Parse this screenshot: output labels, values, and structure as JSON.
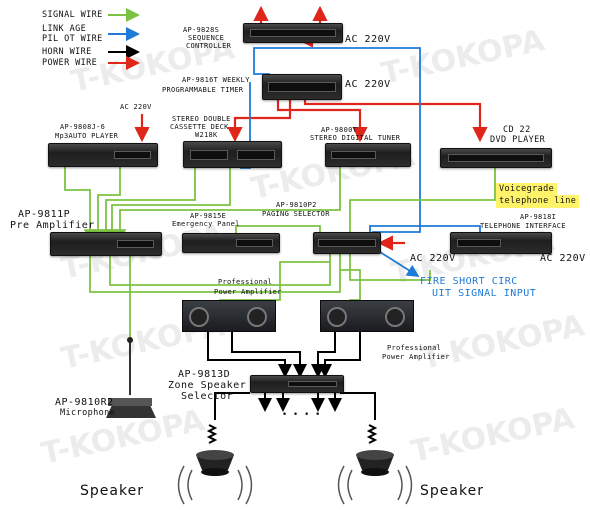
{
  "legend": {
    "signal": "SIGNAL WIRE",
    "linkage_1": "LINK AGE",
    "linkage_2": "PIL OT WIRE",
    "horn": "HORN WIRE",
    "power": "POWER WIRE"
  },
  "colors": {
    "signal": "#7cc242",
    "linkage": "#1e7bd6",
    "horn": "#000000",
    "power": "#e0251b",
    "highlight": "#fff36a"
  },
  "devices": {
    "seq_1": "AP-9828S",
    "seq_2": "SEQUENCE",
    "seq_3": "CONTROLLER",
    "ac_seq": "AC 220V",
    "timer_1": "AP-9816T   WEEKLY",
    "timer_2": "PROGRAMMABLE TIMER",
    "ac_timer": "AC 220V",
    "ac_mp3": "AC 220V",
    "mp3_1": "AP-9808J-6",
    "mp3_2": "Mp3AUTO PLAYER",
    "deck_1": "STEREO DOUBLE",
    "deck_2": "CASSETTE DECK",
    "deck_3": "W218K",
    "tuner_1": "AP-9800T",
    "tuner_2": "STEREO DIGITAL TUNER",
    "dvd_1": "CD 22",
    "dvd_2": "DVD PLAYER",
    "voice_1": "Voicegrade",
    "voice_2": "telephone line",
    "pre_1": "AP-9811P",
    "pre_2": "Pre Amplifier",
    "emg_1": "AP-9815E",
    "emg_2": "Emergency Panel",
    "paging_1": "AP-9810P2",
    "paging_2": "PAGING SELECTOR",
    "tel_1": "AP-9818I",
    "tel_2": "TELEPHONE INTERFACE",
    "ac_paging": "AC 220V",
    "ac_tel": "AC 220V",
    "fire_1": "FIRE SHORT CIRC",
    "fire_2": "UIT SIGNAL INPUT",
    "amp_top_1": "Professional",
    "amp_top_2": "Power Amplifier",
    "amp_bot_1": "Professional",
    "amp_bot_2": "Power Amplifier",
    "mic_1": "AP-9810R2",
    "mic_2": "Microphone",
    "zone_1": "AP-9813D",
    "zone_2": "Zone Speaker",
    "zone_3": "Selector",
    "dots": "• • • •",
    "spk_left": "Speaker",
    "spk_right": "Speaker"
  },
  "watermark": "T-KOKOPA"
}
